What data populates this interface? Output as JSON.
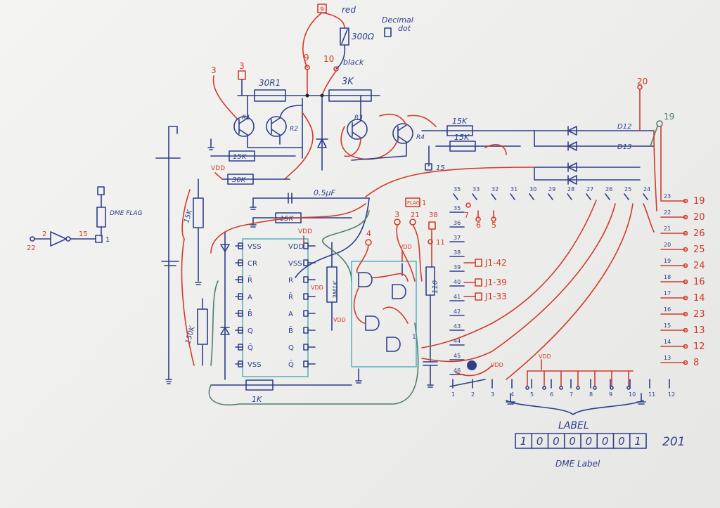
{
  "labels": {
    "red": "red",
    "resistor_top": "300Ω",
    "black": "black",
    "decimal": "Decimal",
    "dot": "dot",
    "r_30r1": "30R1",
    "r_3k": "3K",
    "r_15k_a": "15K",
    "r_15k_b": "15K",
    "r_15k_c": "15K",
    "r_15k_d": "15K",
    "r_30k": "30K",
    "r_15k_e": "15K",
    "r_150k": "150K",
    "r_1k": "1K",
    "r_3m1k": "3M1K",
    "r_110": "110",
    "c_05uf": "0.5µF",
    "vdd": "VDD",
    "dme_flag": "DME FLAG",
    "q1": "R1",
    "q2": "R2",
    "q3": "R3",
    "q4": "R4",
    "d12": "D12",
    "d13": "D13",
    "pin_9": "9",
    "pin_10": "10",
    "pin_3a": "3",
    "pin_3b": "3",
    "pin_20": "20",
    "pin_19": "19",
    "pin_15": "15",
    "pin_22": "22",
    "pin_2": "2",
    "pin_1": "1",
    "pin_4": "4",
    "pin_21": "21",
    "pin_38": "38",
    "pin_11": "11",
    "flag": "FLAG",
    "jumper_42": "J1-42",
    "jumper_39": "J1-39",
    "jumper_33": "J1-33",
    "label_title": "LABEL",
    "label_value": "201",
    "label_caption": "DME Label",
    "label_bits": [
      "1",
      "0",
      "0",
      "0",
      "0",
      "0",
      "0",
      "1"
    ]
  },
  "ic1": {
    "left": [
      "VSS",
      "CR",
      "R̄",
      "A",
      "B̄",
      "Q",
      "Q̄",
      "VSS"
    ],
    "right": [
      "VDD",
      "VSS",
      "R",
      "R̄",
      "A",
      "B̄",
      "Q",
      "Q̄"
    ]
  },
  "connector_left": [
    "35",
    "36",
    "37",
    "38",
    "39",
    "40",
    "41",
    "42",
    "43",
    "44",
    "45",
    "46"
  ],
  "connector_top": [
    "35",
    "33",
    "32",
    "31",
    "30",
    "29",
    "28",
    "27",
    "26",
    "25",
    "24"
  ],
  "connector_right": [
    {
      "pin": "23",
      "label": "19"
    },
    {
      "pin": "22",
      "label": "20"
    },
    {
      "pin": "21",
      "label": "26"
    },
    {
      "pin": "20",
      "label": "25"
    },
    {
      "pin": "19",
      "label": "24"
    },
    {
      "pin": "18",
      "label": "16"
    },
    {
      "pin": "17",
      "label": "14"
    },
    {
      "pin": "16",
      "label": "23"
    },
    {
      "pin": "15",
      "label": "13"
    },
    {
      "pin": "14",
      "label": "12"
    },
    {
      "pin": "13",
      "label": "8"
    }
  ],
  "connector_bottom": [
    "1",
    "2",
    "3",
    "4",
    "5",
    "6",
    "7",
    "8",
    "9",
    "10",
    "11",
    "12"
  ],
  "colors": {
    "ink_blue": "#2c3f8c",
    "ink_red": "#d23a2a",
    "ink_green": "#4f7e6c",
    "ic_outline": "#3aa7b8",
    "paper": "#eeeeec"
  }
}
